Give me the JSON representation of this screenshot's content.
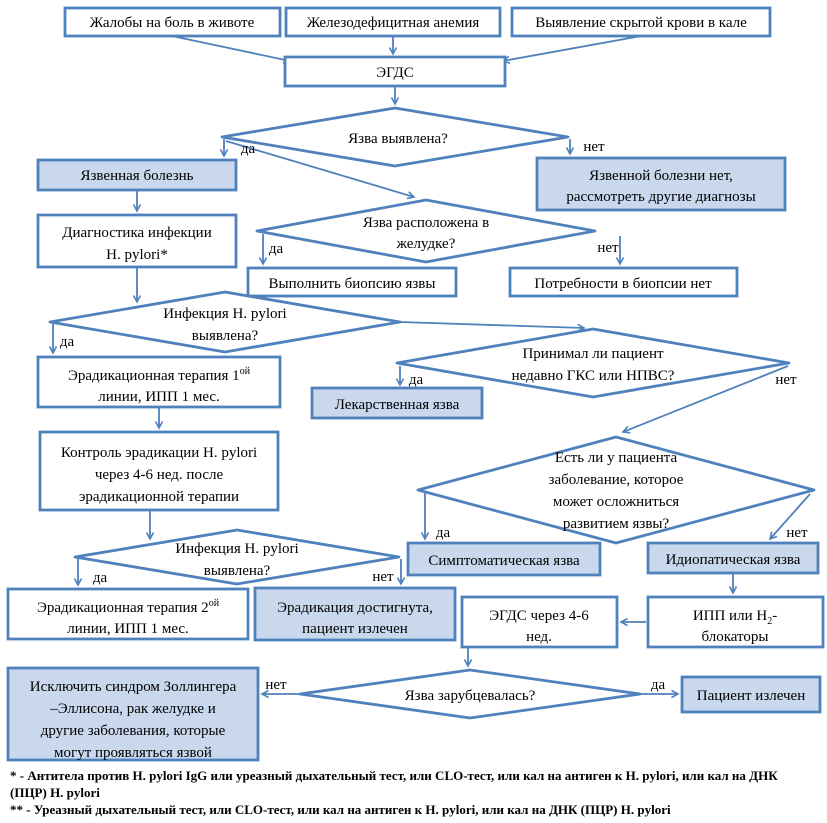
{
  "palette": {
    "border_blue": "#4f81bd",
    "fill_light_blue": "#c9d8ed",
    "fill_white": "#ffffff",
    "arrow_blue": "#4f81bd",
    "text_black": "#000000"
  },
  "labels": {
    "yes": "да",
    "no": "нет"
  },
  "nodes": {
    "pain": {
      "label": "Жалобы на боль в животе"
    },
    "anemia": {
      "label": "Железодефицитная анемия"
    },
    "occult_blood": {
      "label": "Выявление скрытой крови в кале"
    },
    "egds": {
      "label": "ЭГДС"
    },
    "ulcer_found": {
      "line1": "Язва выявлена?"
    },
    "ulcer_disease": {
      "label": "Язвенная болезнь"
    },
    "no_ulcer": {
      "line1": "Язвенной болезни нет,",
      "line2": "рассмотреть другие диагнозы"
    },
    "hp_diag": {
      "line1": "Диагностика инфекции",
      "line2": "H. pylori*"
    },
    "location": {
      "line1": "Язва расположена в",
      "line2": "желудке?"
    },
    "biopsy": {
      "label": "Выполнить биопсию язвы"
    },
    "no_biopsy": {
      "label": "Потребности в биопсии нет"
    },
    "hp1": {
      "line1": "Инфекция H. pylori",
      "line2": "выявлена?"
    },
    "erad1": {
      "line1_main": "Эрадикационная терапия 1",
      "line1_sup": "ой",
      "line2": "линии, ИПП 1 мес."
    },
    "gks": {
      "line1": "Принимал ли пациент",
      "line2": "недавно ГКС или НПВС?"
    },
    "drug_ulcer": {
      "label": "Лекарственная язва"
    },
    "control": {
      "line1": "Контроль эрадикации H. pylori",
      "line2": "через 4-6 нед. после",
      "line3": "эрадикационной терапии"
    },
    "disease": {
      "line1": "Есть ли у пациента",
      "line2": "заболевание, которое",
      "line3": "может осложниться",
      "line4": "развитием язвы?"
    },
    "hp2": {
      "line1": "Инфекция H. pylori",
      "line2": "выявлена?"
    },
    "erad2": {
      "line1_main": "Эрадикационная терапия 2",
      "line1_sup": "ой",
      "line2": "линии, ИПП 1 мес."
    },
    "cured_erad": {
      "line1": "Эрадикация достигнута,",
      "line2": "пациент излечен"
    },
    "symptomatic": {
      "label": "Симптоматическая язва"
    },
    "idiopathic": {
      "label": "Идиопатическая язва"
    },
    "egds_46": {
      "line1": "ЭГДС через 4-6",
      "line2": "нед."
    },
    "ipp": {
      "line1_main": "ИПП или Н",
      "line1_sub": "2",
      "line1_tail": "-",
      "line2": "блокаторы"
    },
    "healed": {
      "line1": "Язва зарубцевалась?"
    },
    "exclude": {
      "line1": "Исключить синдром Золлингера",
      "line2": "–Эллисона, рак желудке и",
      "line3": "другие заболевания, которые",
      "line4": "могут проявляться язвой"
    },
    "cured_final": {
      "label": "Пациент излечен"
    }
  },
  "footnotes": {
    "line1": "* - Антитела против H. pylori  IgG или уреазный дыхательный тест, или CLO-тест, или кал на антиген к H. pylori,  или кал на ДНК",
    "line2": "(ПЦР) H. pylori",
    "line3": "** - Уреазный дыхательный тест, или CLO-тест, или кал на антиген к H. pylori,  или кал на ДНК (ПЦР)  H. pylori"
  }
}
